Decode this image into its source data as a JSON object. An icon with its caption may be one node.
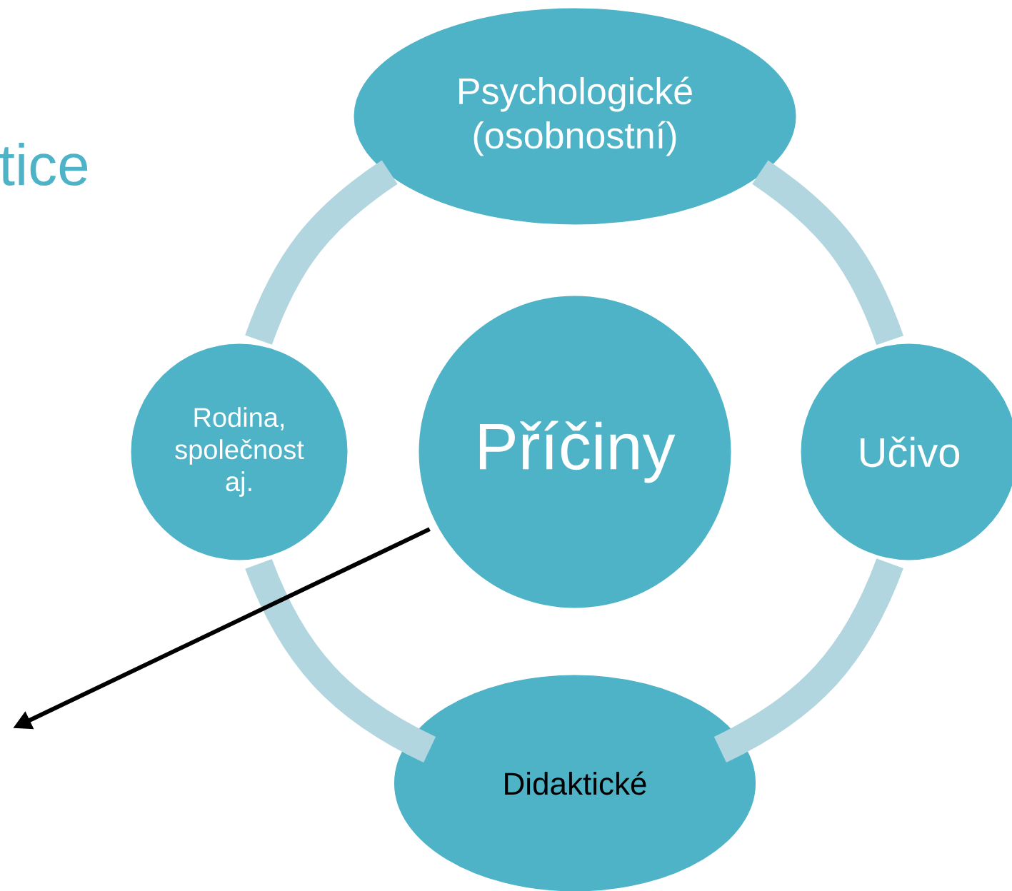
{
  "diagram": {
    "nodes": [
      {
        "text": [
          "Psychologické (osobnostní)"
        ]
      },
      {
        "text": [
          "Rodina, společnost aj."
        ]
      },
      {
        "text": [
          "Příčiny"
        ]
      },
      {
        "text": [
          "Učivo"
        ]
      },
      {
        "text": [
          "Didaktické"
        ]
      }
    ],
    "edges": [
      {
        "from": 0,
        "to": 3,
        "arrow": "none"
      },
      {
        "from": 3,
        "to": 4,
        "arrow": "none"
      },
      {
        "from": 4,
        "to": 1,
        "arrow": "none"
      },
      {
        "from": 1,
        "to": 0,
        "arrow": "none"
      },
      {
        "from": 2,
        "to": null,
        "arrow": "to",
        "color": "#000000"
      }
    ],
    "labels": [
      "tice"
    ]
  }
}
